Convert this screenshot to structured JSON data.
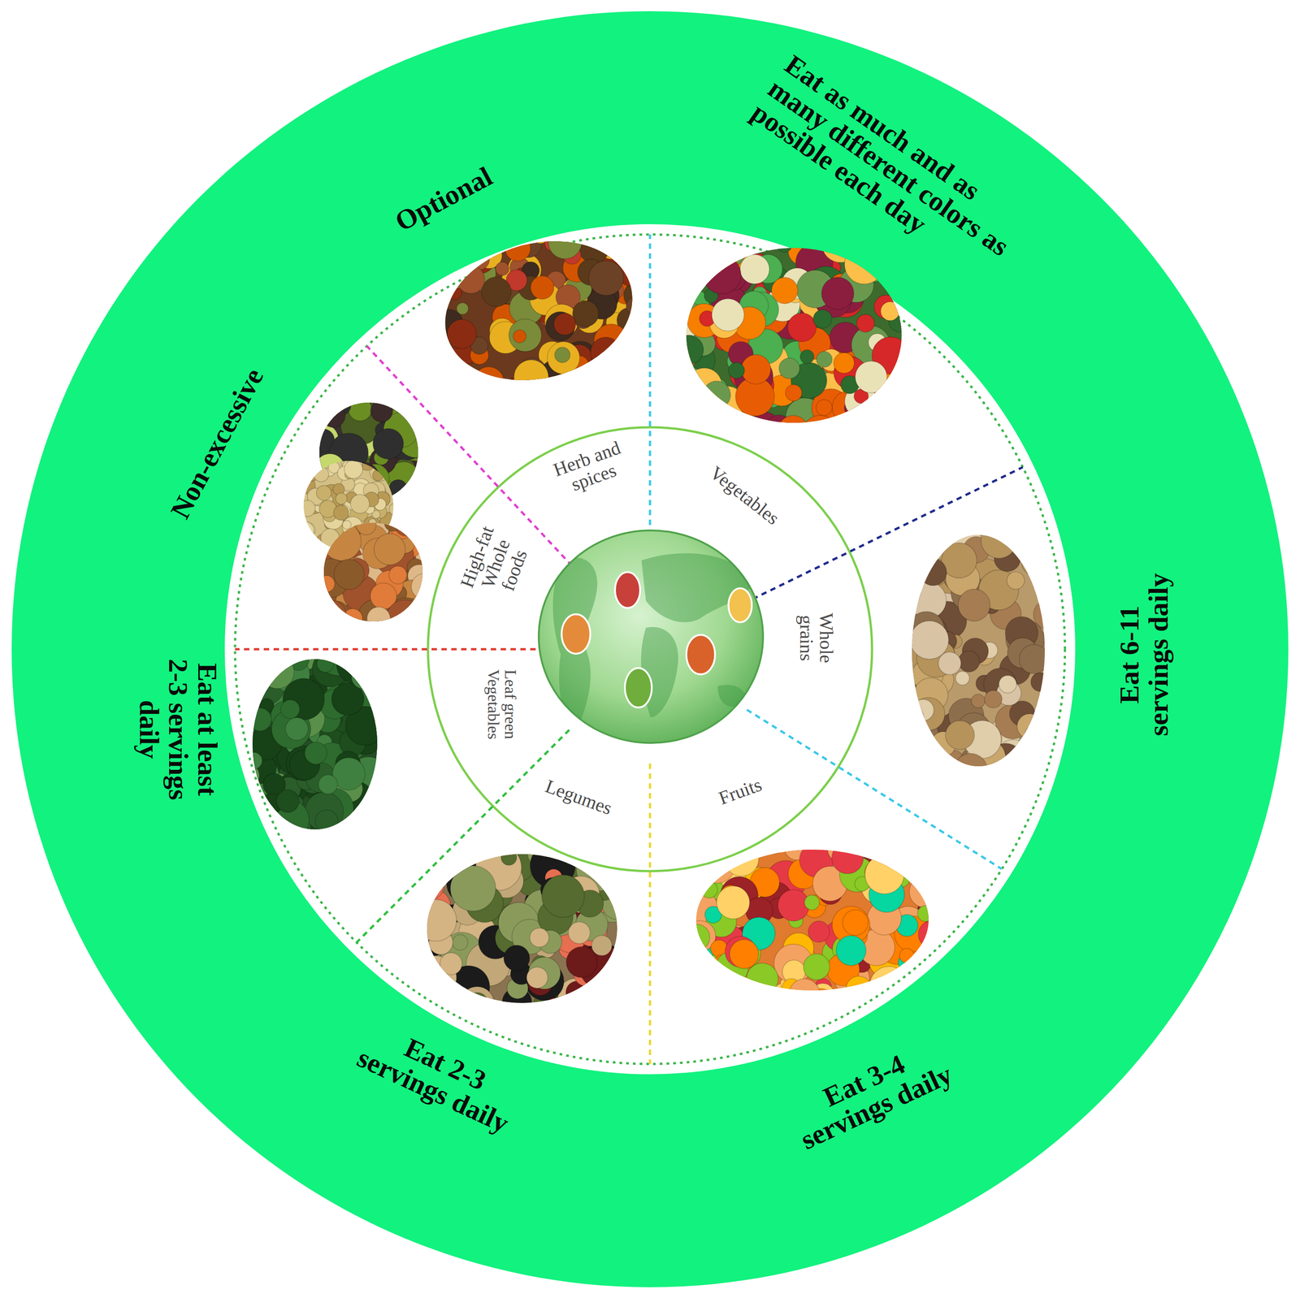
{
  "diagram": {
    "nodes": [
      {
        "text": [
          "Vegetables",
          "Eat as much and as many different colors as possible each day"
        ]
      },
      {
        "text": [
          "Whole grains",
          "Eat 6-11 servings daily"
        ]
      },
      {
        "text": [
          "Fruits",
          "Eat 3-4 servings daily"
        ]
      },
      {
        "text": [
          "Legumes",
          "Eat 2-3 servings daily"
        ]
      },
      {
        "text": [
          "Leaf green Vegetables",
          "Eat at least 2-3 servings daily"
        ]
      },
      {
        "text": [
          "High-fat Whole foods",
          "Non-excessive"
        ]
      },
      {
        "text": [
          "Herb and spices",
          "Optional"
        ]
      }
    ]
  }
}
